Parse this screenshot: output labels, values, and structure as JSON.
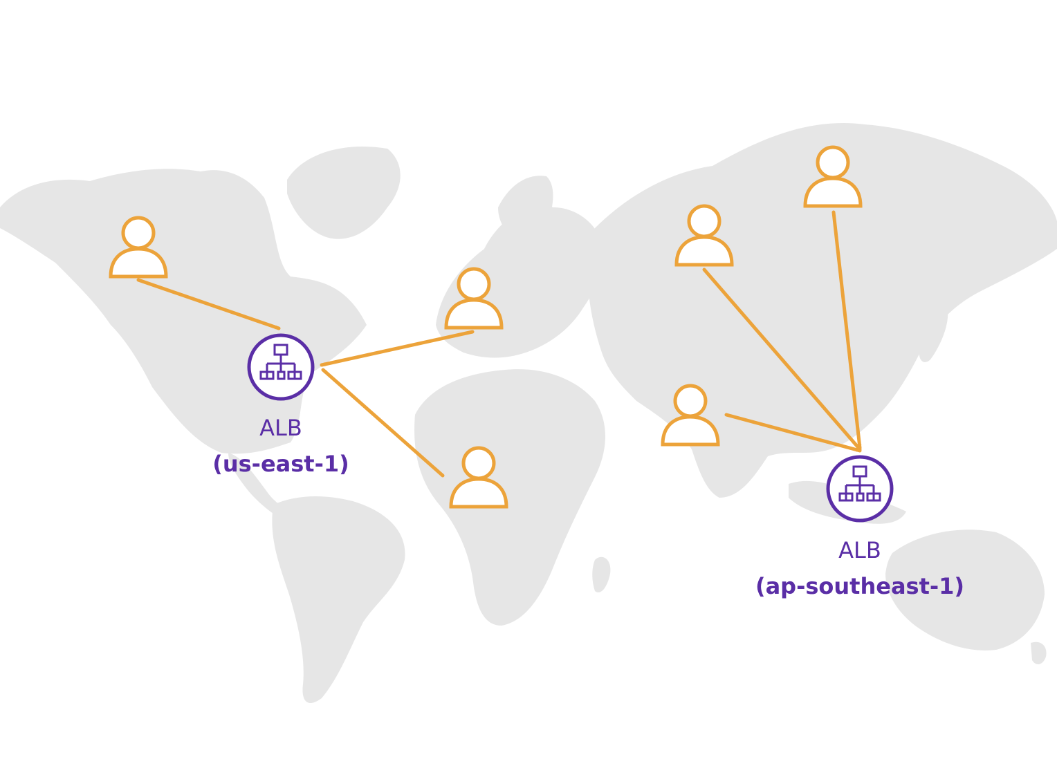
{
  "colors": {
    "map_land": "#e6e6e6",
    "user_icon": "#eca33a",
    "arrow": "#eca33a",
    "alb_accent": "#5a2ea6",
    "background": "#ffffff"
  },
  "load_balancers": [
    {
      "id": "alb-us-east-1",
      "icon": "load-balancer-icon",
      "name": "ALB",
      "region": "(us-east-1)"
    },
    {
      "id": "alb-ap-southeast-1",
      "icon": "load-balancer-icon",
      "name": "ALB",
      "region": "(ap-southeast-1)"
    }
  ],
  "users": [
    {
      "id": "user-north-america",
      "icon": "user-icon",
      "target": "alb-us-east-1"
    },
    {
      "id": "user-europe",
      "icon": "user-icon",
      "target": "alb-us-east-1"
    },
    {
      "id": "user-africa",
      "icon": "user-icon",
      "target": "alb-us-east-1"
    },
    {
      "id": "user-russia-west",
      "icon": "user-icon",
      "target": "alb-ap-southeast-1"
    },
    {
      "id": "user-russia-east",
      "icon": "user-icon",
      "target": "alb-ap-southeast-1"
    },
    {
      "id": "user-india",
      "icon": "user-icon",
      "target": "alb-ap-southeast-1"
    }
  ]
}
